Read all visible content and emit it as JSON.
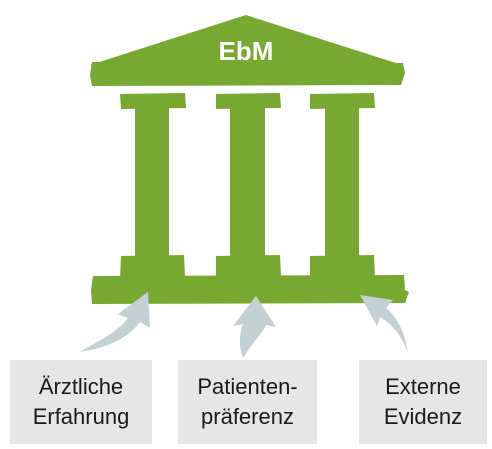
{
  "title": "EbM",
  "colors": {
    "green": "#76a832",
    "green_light": "#8dbf45",
    "arrow": "#c3d0d4",
    "box": "#e6e6e6",
    "text": "#1a1a1a"
  },
  "pillars": [
    {
      "line1": "Ärztliche",
      "line2": "Erfahrung"
    },
    {
      "line1": "Patienten-",
      "line2": "präferenz"
    },
    {
      "line1": "Externe",
      "line2": "Evidenz"
    }
  ]
}
